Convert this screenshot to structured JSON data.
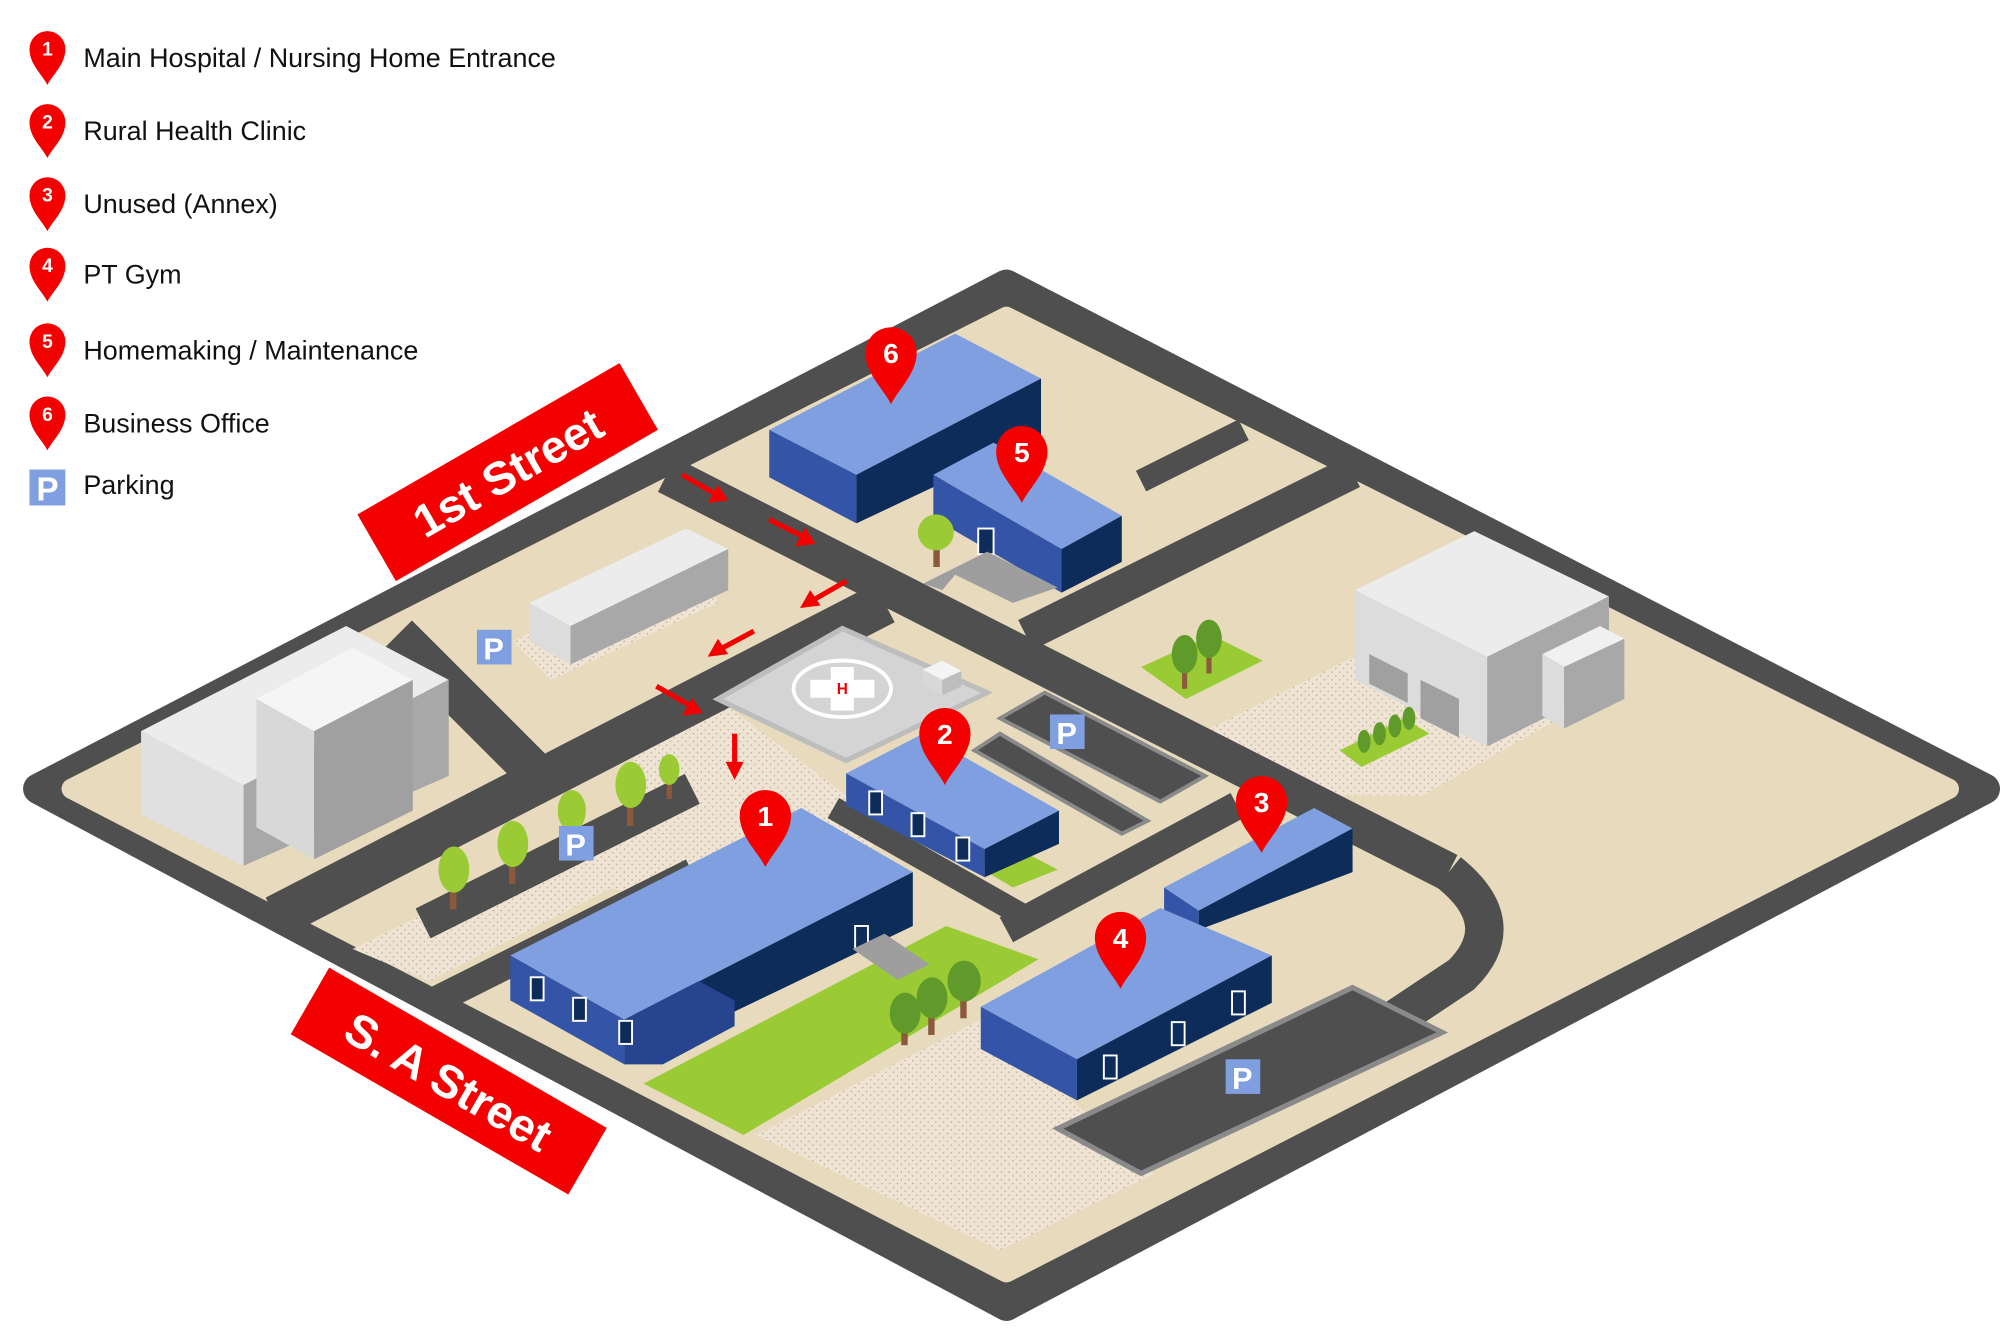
{
  "legend": {
    "items": [
      {
        "number": "1",
        "label": "Main Hospital / Nursing Home Entrance"
      },
      {
        "number": "2",
        "label": "Rural Health Clinic"
      },
      {
        "number": "3",
        "label": "Unused (Annex)"
      },
      {
        "number": "4",
        "label": "PT Gym"
      },
      {
        "number": "5",
        "label": "Homemaking / Maintenance"
      },
      {
        "number": "6",
        "label": "Business Office"
      }
    ],
    "parking": {
      "symbol": "P",
      "label": "Parking"
    }
  },
  "streets": {
    "first": "1st Street",
    "sa": "S. A Street"
  },
  "map": {
    "pins": [
      "1",
      "2",
      "3",
      "4",
      "5",
      "6"
    ],
    "parking_symbol": "P",
    "helipad_label": "H"
  },
  "colors": {
    "pin": "#f40000",
    "road": "#4f4f4f",
    "ground": "#e8dbbd",
    "building_top": "#7f9fe0",
    "building_left": "#3454a8",
    "building_right": "#0e2c5a",
    "parking_sign": "#7f9fe0",
    "grass": "#9acb34"
  }
}
